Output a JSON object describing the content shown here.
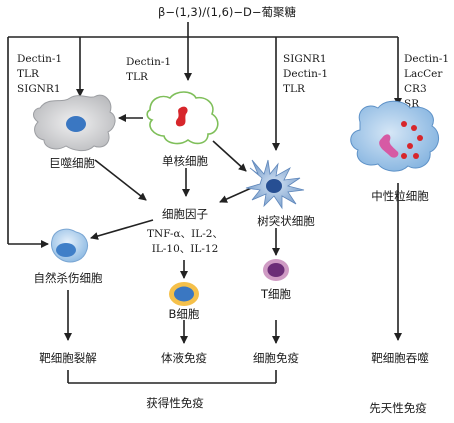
{
  "title": "β−(1,3)/(1,6)−D−葡聚糖",
  "receptors": {
    "macrophage": [
      "Dectin-1",
      "TLR",
      "SIGNR1"
    ],
    "monocyte": [
      "Dectin-1",
      "TLR"
    ],
    "dendritic": [
      "SIGNR1",
      "Dectin-1",
      "TLR"
    ],
    "neutrophil": [
      "Dectin-1",
      "LacCer",
      "CR3",
      "SR"
    ]
  },
  "cells": {
    "macrophage": "巨噬细胞",
    "monocyte": "单核细胞",
    "dendritic": "树突状细胞",
    "neutrophil": "中性粒细胞",
    "nk": "自然杀伤细胞",
    "bcell": "B细胞",
    "tcell": "T细胞"
  },
  "cytokines": {
    "label": "细胞因子",
    "line1": "TNF-α、IL-2、",
    "line2": "IL-10、IL-12"
  },
  "outcomes": {
    "lysis": "靶细胞裂解",
    "humoral": "体液免疫",
    "cellular": "细胞免疫",
    "phagocytosis": "靶细胞吞噬",
    "adaptive": "获得性免疫",
    "innate": "先天性免疫"
  },
  "colors": {
    "macrophage_body": "#d9dadc",
    "nucleus_blue": "#3a77c2",
    "monocyte_outline": "#7fbf5a",
    "monocyte_nucleus": "#d7262b",
    "dendritic_body": "#8fb1d8",
    "neutrophil_body": "#9cc3e6",
    "neutrophil_granule": "#d7262b",
    "nk_body": "#9fc7e8",
    "bcell_outer": "#f5c04a",
    "tcell_outer": "#cf9bc4",
    "tcell_inner": "#6b2d77"
  }
}
